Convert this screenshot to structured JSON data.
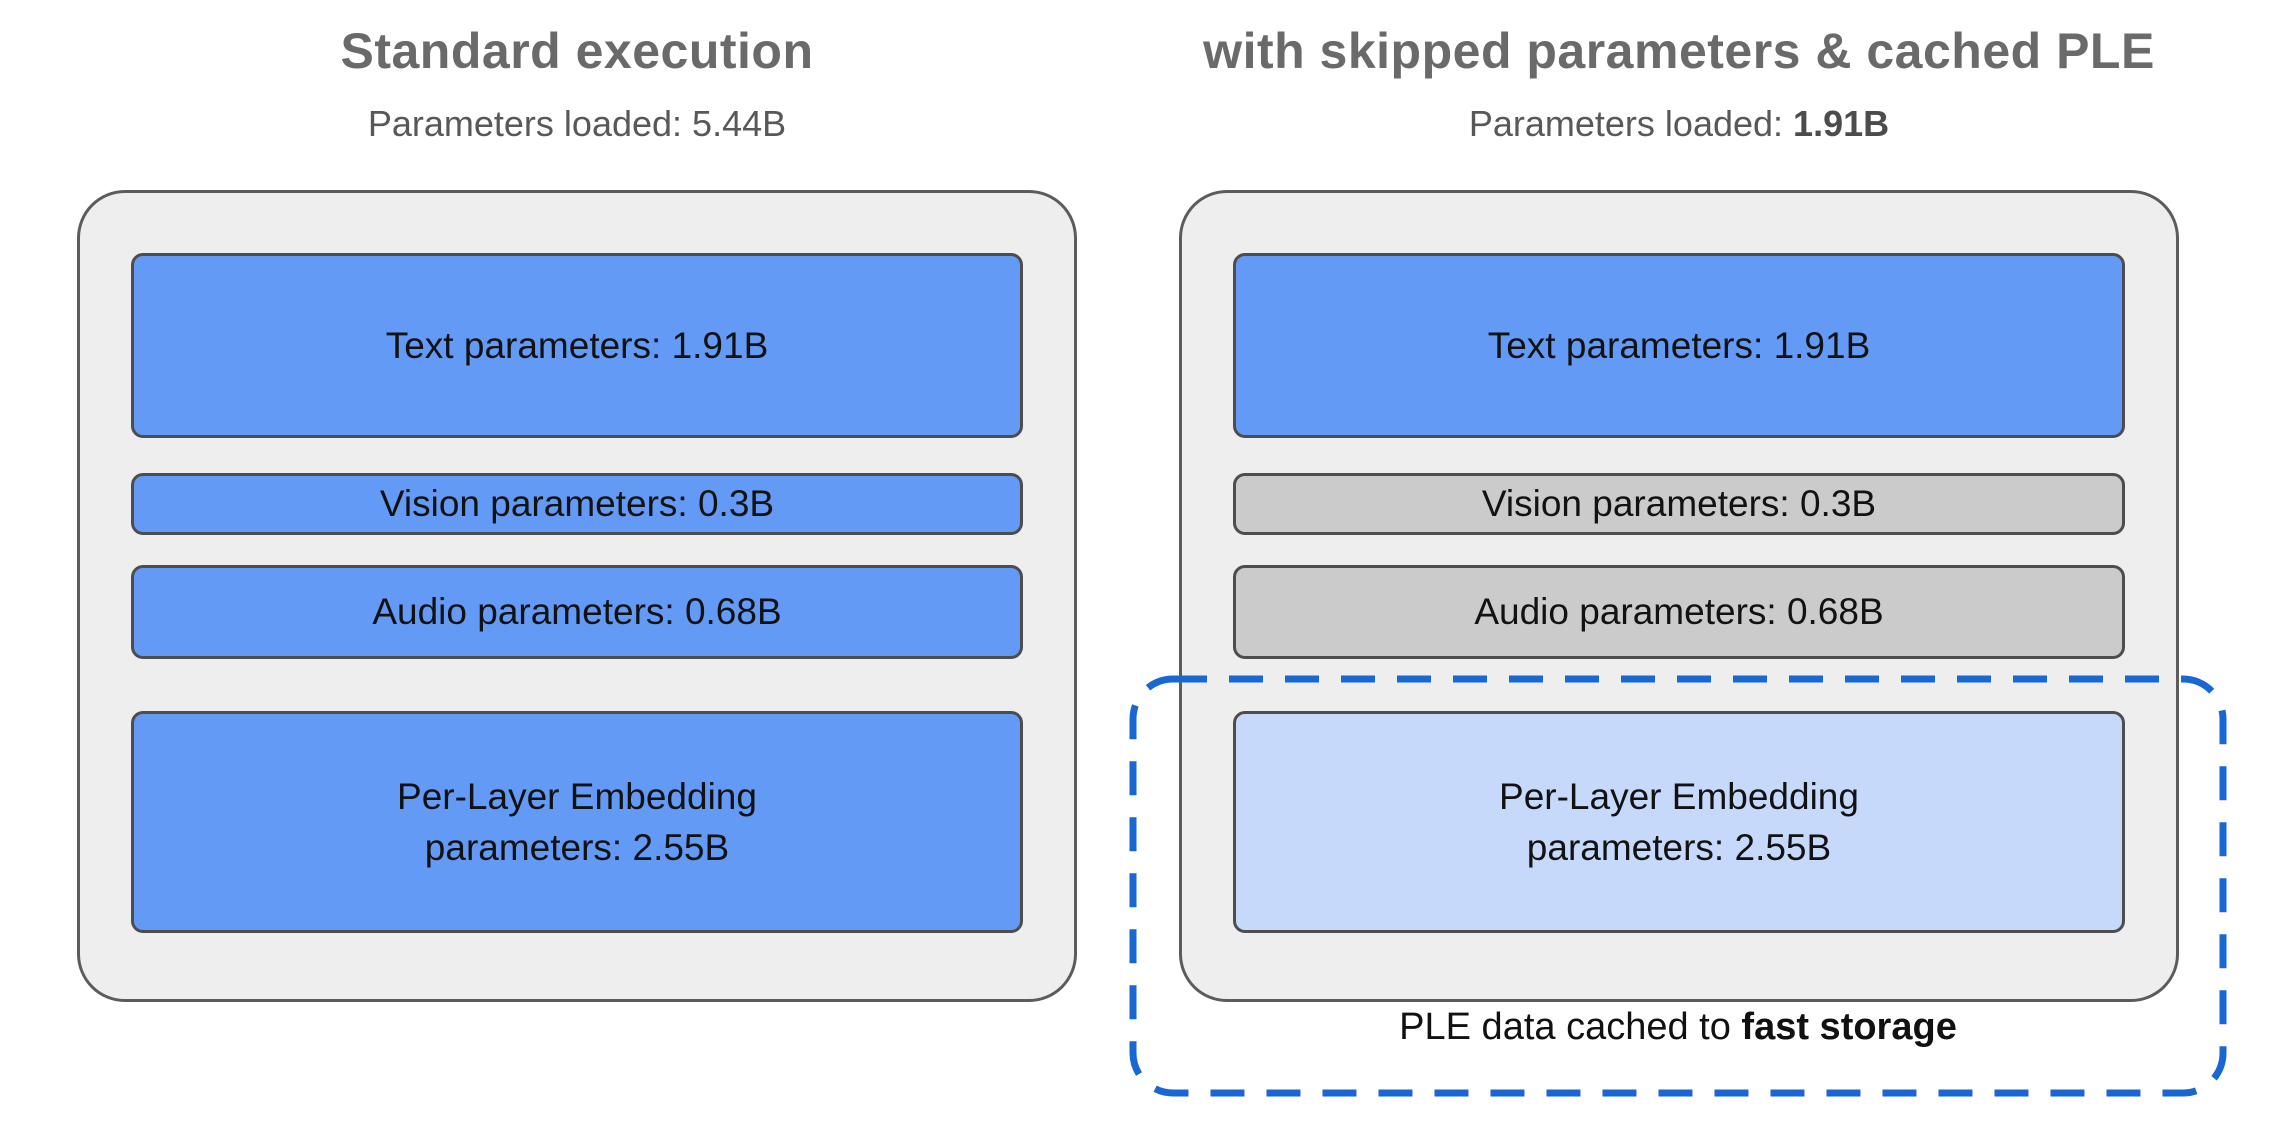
{
  "panels": [
    {
      "id": "standard",
      "title": "Standard execution",
      "subtitle_prefix": "Parameters loaded: ",
      "subtitle_value": "5.44B",
      "boxes": [
        {
          "id": "text",
          "variant": "loaded",
          "lines": [
            "Text parameters: 1.91B"
          ]
        },
        {
          "id": "vision",
          "variant": "loaded",
          "lines": [
            "Vision parameters: 0.3B"
          ]
        },
        {
          "id": "audio",
          "variant": "loaded",
          "lines": [
            "Audio parameters: 0.68B"
          ]
        },
        {
          "id": "ple",
          "variant": "loaded",
          "lines": [
            "Per-Layer Embedding",
            "parameters: 2.55B"
          ]
        }
      ]
    },
    {
      "id": "skipped",
      "title": "with skipped parameters & cached PLE",
      "subtitle_prefix": "Parameters loaded: ",
      "subtitle_value": "1.91B",
      "boxes": [
        {
          "id": "text",
          "variant": "loaded",
          "lines": [
            "Text parameters: 1.91B"
          ]
        },
        {
          "id": "vision",
          "variant": "skipped",
          "lines": [
            "Vision parameters: 0.3B"
          ]
        },
        {
          "id": "audio",
          "variant": "skipped",
          "lines": [
            "Audio parameters: 0.68B"
          ]
        },
        {
          "id": "ple",
          "variant": "cached",
          "lines": [
            "Per-Layer Embedding",
            "parameters: 2.55B"
          ]
        }
      ]
    }
  ],
  "caption": {
    "prefix": "PLE data cached to ",
    "bold": "fast storage"
  },
  "colors": {
    "loaded": "#639af5",
    "skipped": "#cbcbcb",
    "cached": "#c6d9fb",
    "dashed": "#1967d2",
    "container_fill": "#eeeeee",
    "title_gray": "#6a6a6a"
  }
}
